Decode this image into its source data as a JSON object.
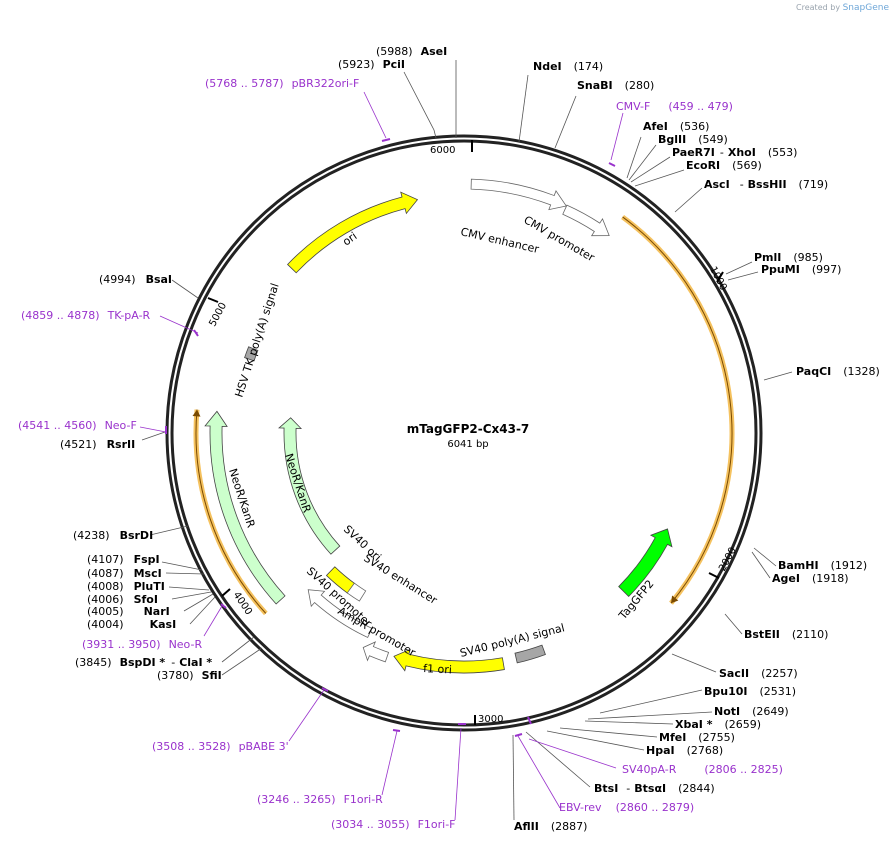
{
  "credit": {
    "prefix": "Created by",
    "brand": "SnapGene"
  },
  "plasmid": {
    "name": "mTagGFP2-Cx43-7",
    "size_label": "6041 bp",
    "length": 6041
  },
  "ticks": [
    "1000",
    "2000",
    "3000",
    "4000",
    "5000",
    "6000"
  ],
  "enzymes": [
    {
      "pos": "(5988)",
      "name": "AseI"
    },
    {
      "pos": "(5923)",
      "name": "PciI"
    },
    {
      "name": "NdeI",
      "pos": "(174)"
    },
    {
      "name": "SnaBI",
      "pos": "(280)"
    },
    {
      "name": "AfeI",
      "pos": "(536)"
    },
    {
      "name": "BglII",
      "pos": "(549)"
    },
    {
      "name": "PaeR7I",
      "name2": "XhoI",
      "pos": "(553)"
    },
    {
      "name": "EcoRI",
      "pos": "(569)"
    },
    {
      "name": "AscI",
      "name2": "BssHII",
      "pos": "(719)"
    },
    {
      "name": "PmlI",
      "pos": "(985)"
    },
    {
      "name": "PpuMI",
      "pos": "(997)"
    },
    {
      "name": "PaqCI",
      "pos": "(1328)"
    },
    {
      "name": "BamHI",
      "pos": "(1912)"
    },
    {
      "name": "AgeI",
      "pos": "(1918)"
    },
    {
      "name": "BstEII",
      "pos": "(2110)"
    },
    {
      "name": "SacII",
      "pos": "(2257)"
    },
    {
      "name": "Bpu10I",
      "pos": "(2531)"
    },
    {
      "name": "NotI",
      "pos": "(2649)"
    },
    {
      "name": "XbaI *",
      "pos": "(2659)"
    },
    {
      "name": "MfeI",
      "pos": "(2755)"
    },
    {
      "name": "HpaI",
      "pos": "(2768)"
    },
    {
      "name": "BtsI",
      "name2": "BtsαI",
      "pos": "(2844)"
    },
    {
      "name": "AflII",
      "pos": "(2887)"
    },
    {
      "pos": "(4994)",
      "name": "BsaI"
    },
    {
      "pos": "(4521)",
      "name": "RsrII"
    },
    {
      "pos": "(4238)",
      "name": "BsrDI"
    },
    {
      "pos": "(4107)",
      "name": "FspI"
    },
    {
      "pos": "(4087)",
      "name": "MscI"
    },
    {
      "pos": "(4008)",
      "name": "PluTI"
    },
    {
      "pos": "(4006)",
      "name": "SfoI"
    },
    {
      "pos": "(4005)",
      "name": "NarI"
    },
    {
      "pos": "(4004)",
      "name": "KasI"
    },
    {
      "pos": "(3845)",
      "name": "BspDI *",
      "name2": "ClaI *"
    },
    {
      "pos": "(3780)",
      "name": "SfiI"
    }
  ],
  "primers": [
    {
      "range": "(5768 .. 5787)",
      "name": "pBR322ori-F"
    },
    {
      "name": "CMV-F",
      "range": "(459 .. 479)"
    },
    {
      "range": "(4859 .. 4878)",
      "name": "TK-pA-R"
    },
    {
      "range": "(4541 .. 4560)",
      "name": "Neo-F"
    },
    {
      "range": "(3931 .. 3950)",
      "name": "Neo-R"
    },
    {
      "range": "(3508 .. 3528)",
      "name": "pBABE 3'"
    },
    {
      "range": "(3246 .. 3265)",
      "name": "F1ori-R"
    },
    {
      "range": "(3034 .. 3055)",
      "name": "F1ori-F"
    },
    {
      "name": "SV40pA-R",
      "range": "(2806 .. 2825)"
    },
    {
      "name": "EBV-rev",
      "range": "(2860 .. 2879)"
    }
  ],
  "features": [
    {
      "name": "CMV enhancer",
      "start": 6,
      "end": 385,
      "color": "#ffffff",
      "strand": 1
    },
    {
      "name": "CMV promoter",
      "start": 386,
      "end": 588,
      "color": "#ffffff",
      "strand": 1
    },
    {
      "name": "TagGFP2",
      "start": 1912,
      "end": 2240,
      "color": "#00ff00",
      "strand": -1
    },
    {
      "name": "SV40 poly(A) signal",
      "start": 2660,
      "end": 2780,
      "color": "#a6a6a6",
      "strand": 0
    },
    {
      "name": "f1 ori",
      "start": 2836,
      "end": 3291,
      "color": "#ffff00",
      "strand": 1
    },
    {
      "name": "AmpR promoter",
      "start": 3317,
      "end": 3421,
      "color": "#ffffff",
      "strand": 1
    },
    {
      "name": "SV40 promoter",
      "start": 3422,
      "end": 3751,
      "color": "#ffffff",
      "strand": 1
    },
    {
      "name": "SV40 ori",
      "start": 3602,
      "end": 3737,
      "color": "#ffff00",
      "strand": 0
    },
    {
      "name": "SV40 enhancer",
      "start": 3534,
      "end": 3605,
      "color": "#ffffff",
      "strand": 0
    },
    {
      "name": "NeoR/KanR",
      "start": 3799,
      "end": 4593,
      "color": "#ccffcc",
      "strand": 1
    },
    {
      "name": "HSV TK poly(A) signal",
      "start": 4827,
      "end": 4875,
      "color": "#a6a6a6",
      "strand": 0
    },
    {
      "name": "ori",
      "start": 5242,
      "end": 5830,
      "color": "#ffff00",
      "strand": 1
    }
  ],
  "orfs": [
    {
      "start": 587,
      "end": 2150,
      "strand": 1
    },
    {
      "start": 3799,
      "end": 4593,
      "strand": 1
    },
    {
      "start": 3980,
      "end": 4500,
      "strand": 1
    }
  ]
}
